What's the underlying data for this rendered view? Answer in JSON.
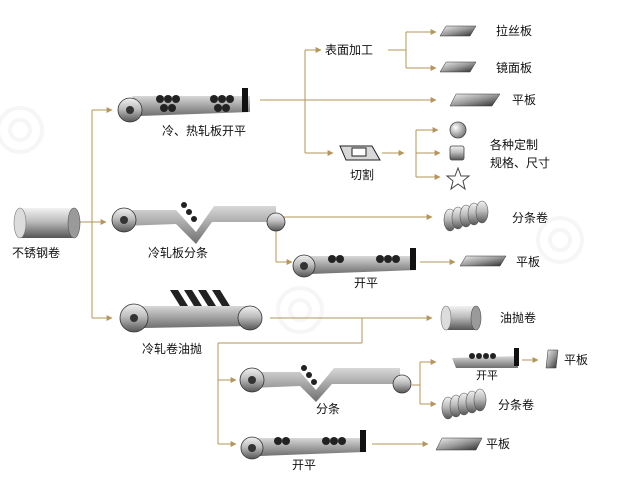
{
  "colors": {
    "line": "#b5965a",
    "steel_dark": "#222222",
    "steel_mid": "#888888",
    "steel_light": "#e6e6e6",
    "label": "#111111",
    "watermark": "#efefef"
  },
  "nodes": {
    "source": "不锈钢卷",
    "cold_hot_leveling": "冷、热轧板开平",
    "surface_processing": "表面加工",
    "brushed_sheet": "拉丝板",
    "mirror_sheet": "镜面板",
    "flat_sheet_1": "平板",
    "cutting": "切割",
    "custom_specs_line1": "各种定制",
    "custom_specs_line2": "规格、尺寸",
    "cold_slitting": "冷轧板分条",
    "slit_coil_1": "分条卷",
    "leveling_1": "开平",
    "flat_sheet_2": "平板",
    "cold_polished_coil": "冷轧卷油抛",
    "oil_polished_coil": "油抛卷",
    "slitting": "分条",
    "leveling_2": "开平",
    "flat_sheet_3": "平板",
    "slit_coil_2": "分条卷",
    "leveling_3": "开平",
    "flat_sheet_4": "平板"
  },
  "icons": [
    "stainless-coil-icon",
    "leveling-line-icon",
    "slitting-line-icon",
    "polishing-line-icon",
    "sheet-icon",
    "slit-coil-icon",
    "cutting-machine-icon",
    "circle-shape-icon",
    "rectangle-shape-icon",
    "star-shape-icon",
    "design-watermark-icon"
  ]
}
